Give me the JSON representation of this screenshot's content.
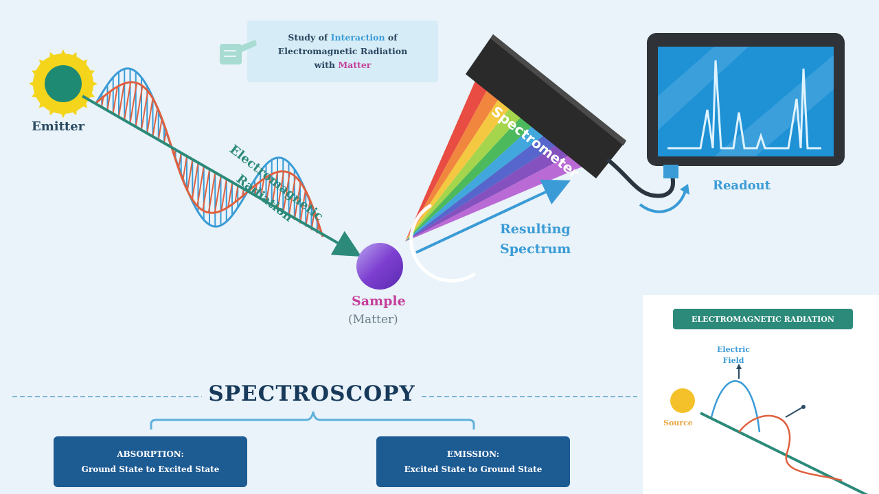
{
  "title_card": {
    "line1_prefix": "Study of ",
    "line1_highlight": "Interaction",
    "line1_suffix": " of",
    "line2": "Electromagnetic Radiation",
    "line3_prefix": "with ",
    "line3_highlight": "Matter",
    "icon": "hand-pointing-icon"
  },
  "labels": {
    "emitter": "Emitter",
    "em_line1": "Electromagnetic",
    "em_line2": "Radiation",
    "spectrometer": "Spectrometer",
    "readout": "Readout",
    "result_line1": "Resulting",
    "result_line2": "Spectrum",
    "sample": "Sample",
    "matter": "(Matter)"
  },
  "spectroscopy": {
    "title": "SPECTROSCOPY",
    "absorption": {
      "title": "ABSORPTION:",
      "desc": "Ground State to Excited State"
    },
    "emission": {
      "title": "EMISSION:",
      "desc": "Excited State to Ground State"
    }
  },
  "inset": {
    "banner": "ELECTROMAGNETIC RADIATION",
    "field_line1": "Electric",
    "field_line2": "Field",
    "source": "Source"
  },
  "colors": {
    "blue_wave": "#3a9bd6",
    "red_wave": "#e0603f",
    "teal": "#2c8a7a",
    "navy": "#17395a",
    "magenta": "#c5409b",
    "sun": "#f4d51c"
  }
}
